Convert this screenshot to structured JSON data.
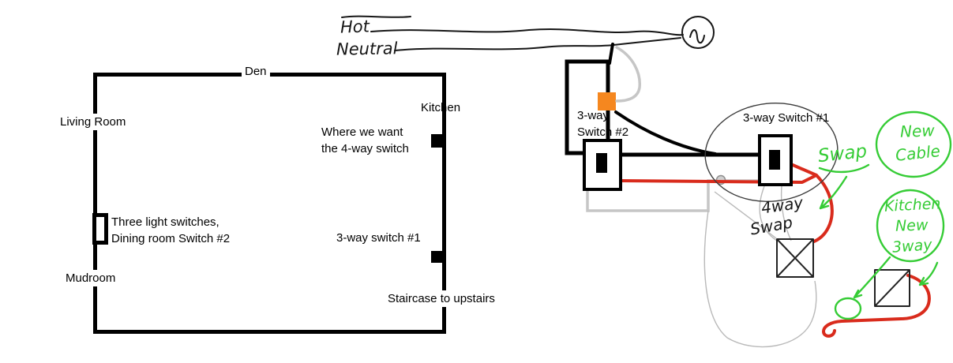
{
  "floorplan": {
    "den": "Den",
    "kitchen": "Kitchen",
    "living_room": "Living Room",
    "mudroom": "Mudroom",
    "four_way_note_1": "Where we want",
    "four_way_note_2": "the 4-way switch",
    "switches_note_1": "Three light switches,",
    "switches_note_2": "Dining room Switch #2",
    "three_way_switch_1": "3-way switch #1",
    "staircase": "Staircase to upstairs"
  },
  "schematic": {
    "hot": "Hot",
    "neutral": "Neutral",
    "switch2_label_1": "3-way",
    "switch2_label_2": "Switch #2",
    "switch1_label": "3-way Switch #1",
    "fourway_swap_1": "4way",
    "fourway_swap_2": "Swap",
    "swap": "Swap",
    "new_cable_1": "New",
    "new_cable_2": "Cable",
    "kitchen_new_1": "Kitchen",
    "kitchen_new_2": "New",
    "kitchen_new_3": "3way"
  },
  "colors": {
    "wire_red": "#d92b1c",
    "wire_gray": "#c6c6c6",
    "annotation_green": "#35cc35",
    "connector_orange": "#f5871f"
  }
}
